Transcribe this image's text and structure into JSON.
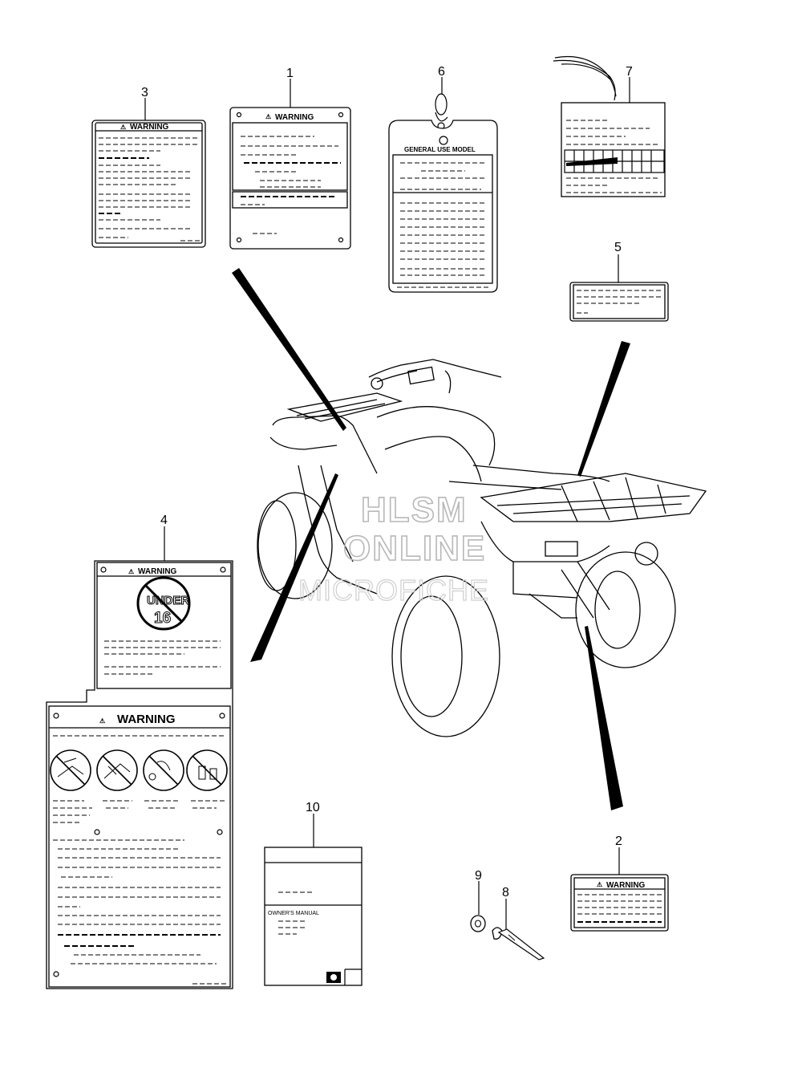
{
  "callouts": {
    "c1": "1",
    "c2": "2",
    "c3": "3",
    "c4": "4",
    "c5": "5",
    "c6": "6",
    "c7": "7",
    "c8": "8",
    "c9": "9",
    "c10": "10"
  },
  "labels": {
    "warning_1": "WARNING",
    "warning_2": "WARNING",
    "warning_3": "WARNING",
    "warning_4_top": "WARNING",
    "warning_4_bottom": "WARNING",
    "under_text": "UNDER",
    "under_age": "16",
    "general_use_model": "GENERAL USE MODEL",
    "owners_manual": "OWNER'S MANUAL"
  },
  "watermark": {
    "line1": "HLSM",
    "line2": "ONLINE",
    "line3": "MICROFICHE"
  }
}
